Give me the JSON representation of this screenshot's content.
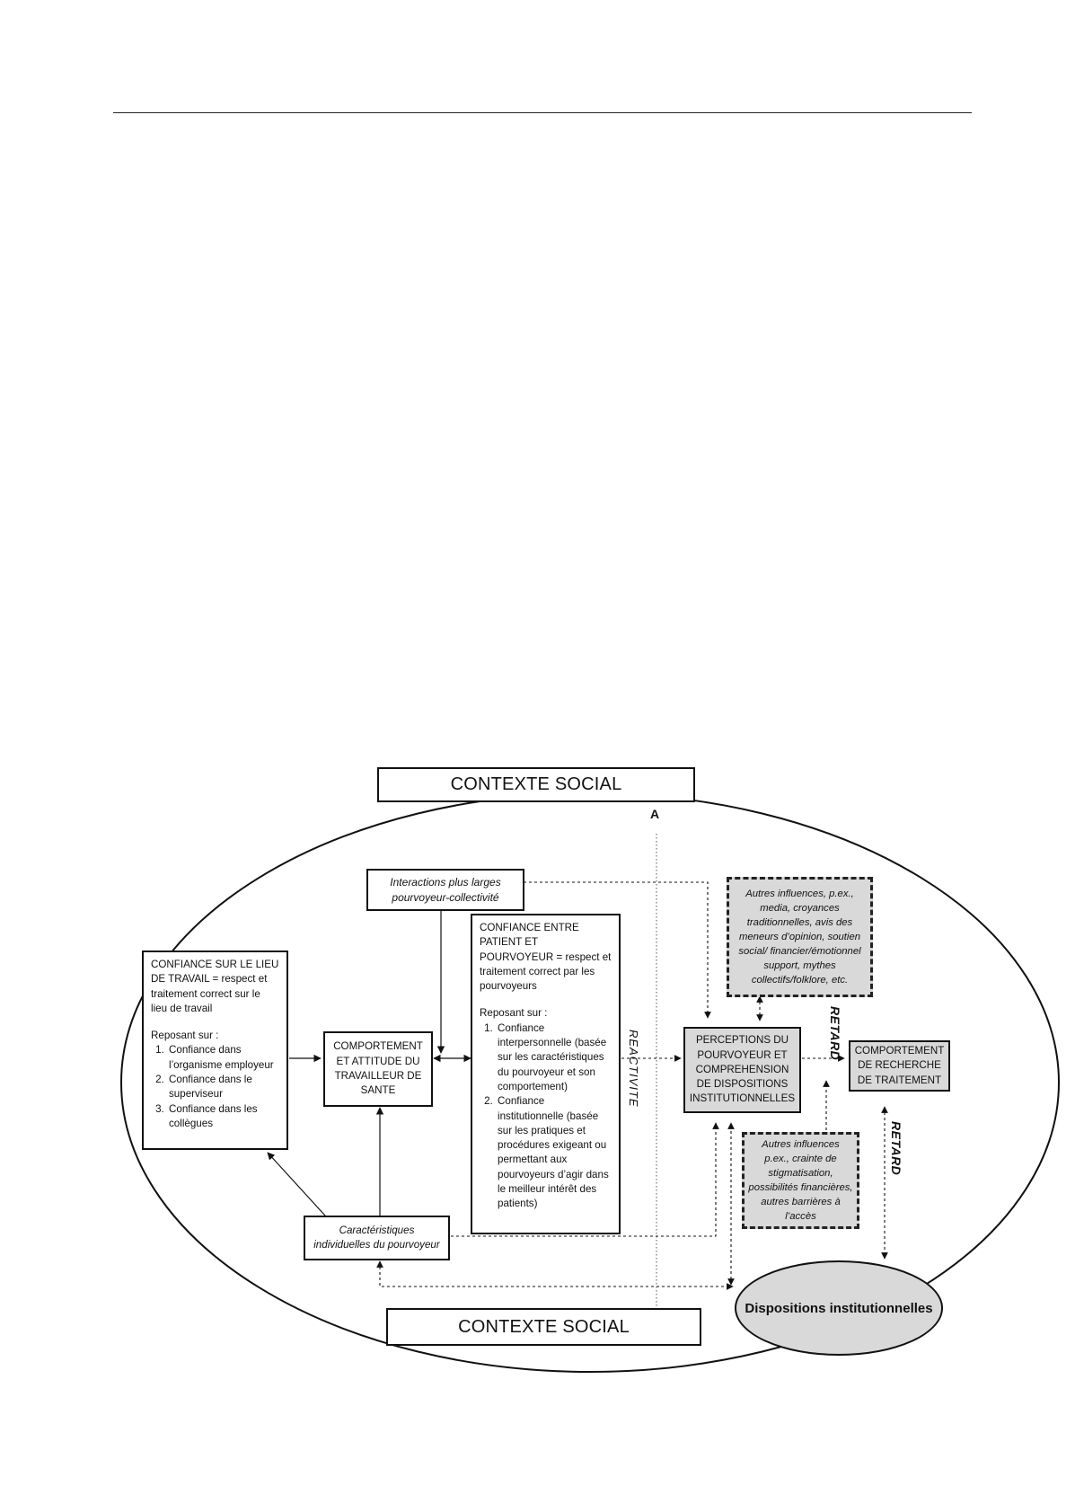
{
  "diagram": {
    "contexte_top": "CONTEXTE SOCIAL",
    "contexte_bottom": "CONTEXTE SOCIAL",
    "label_a": "A",
    "interactions": "Interactions plus larges pourvoyeur-collectivité",
    "lieu_travail": {
      "heading": "CONFIANCE SUR LE LIEU DE TRAVAIL = respect et traitement correct sur le lieu de travail",
      "reposant": "Reposant sur :",
      "items": [
        "Confiance dans l’organisme employeur",
        "Confiance dans le superviseur",
        "Confiance dans les collègues"
      ]
    },
    "comportement_attitude": "COMPORTEMENT ET ATTITUDE DU TRAVAILLEUR DE SANTE",
    "patient_pourvoyeur": {
      "heading": "CONFIANCE ENTRE PATIENT ET POURVOYEUR = respect et traitement correct par les pourvoyeurs",
      "reposant": "Reposant sur :",
      "items": [
        "Confiance interpersonnelle (basée sur les caractéristiques du pourvoyeur et son comportement)",
        "Confiance institutionnelle (basée sur les pratiques et procédures exigeant ou permettant aux pourvoyeurs d’agir dans le meilleur intérêt des patients)"
      ]
    },
    "caracteristiques": "Caractéristiques individuelles du pourvoyeur",
    "reactivite": "REACTIVITE",
    "autres_influences_1": "Autres influences, p.ex., media, croyances traditionnelles, avis des meneurs d’opinion, soutien social/ financier/émotionnel support, mythes collectifs/folklore, etc.",
    "perceptions": "PERCEPTIONS DU POURVOYEUR ET COMPREHENSION DE DISPOSITIONS INSTITUTIONNELLES",
    "retard_1": "RETARD",
    "comportement_recherche": "COMPORTEMENT DE RECHERCHE DE TRAITEMENT",
    "retard_2": "RETARD",
    "autres_influences_2": "Autres influences p.ex., crainte de stigmatisation, possibilités financières, autres barrières à l’accès",
    "dispositions": "Dispositions institutionnelles"
  }
}
